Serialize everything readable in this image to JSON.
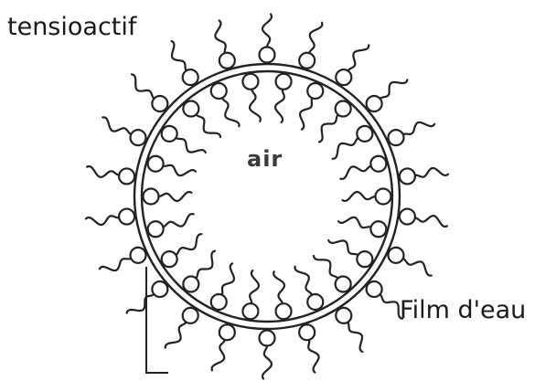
{
  "labels": {
    "surfactant": "tensioactif",
    "air": "air",
    "water_film": "Film d'eau"
  },
  "diagram": {
    "molecule_count_outer": 22,
    "molecule_count_inner": 22,
    "colors": {
      "stroke": "#222222",
      "background": "#ffffff"
    }
  }
}
